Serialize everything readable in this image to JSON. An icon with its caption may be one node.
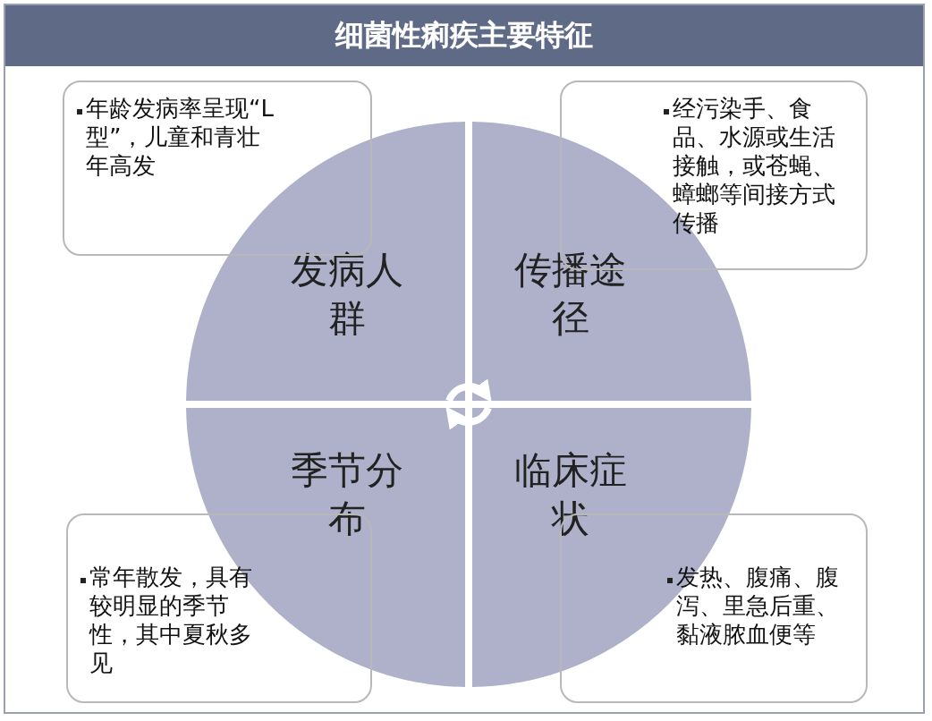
{
  "diagram": {
    "title": "细菌性痢疾主要特征",
    "nodes": [
      {
        "text": [
          "年龄发病率呈现“L 型”，儿童和青壮年高发"
        ]
      },
      {
        "text": [
          "经污染手、食品、水源或生活接触，或苍蝇、蟑螂等间接方式传播"
        ]
      },
      {
        "text": [
          "发病人群"
        ]
      },
      {
        "text": [
          "传播途径"
        ]
      },
      {
        "text": [
          "季节分布"
        ]
      },
      {
        "text": [
          "临床症状"
        ]
      },
      {
        "text": [
          "常年散发，具有较明显的季节性，其中夏秋多见"
        ]
      },
      {
        "text": [
          "发热、腹痛、腹泻、里急后重、黏液脓血便等"
        ]
      }
    ],
    "edges": [
      {
        "from": 2,
        "to": 3,
        "arrow": "to"
      },
      {
        "from": 5,
        "to": 4,
        "arrow": "to"
      }
    ]
  }
}
